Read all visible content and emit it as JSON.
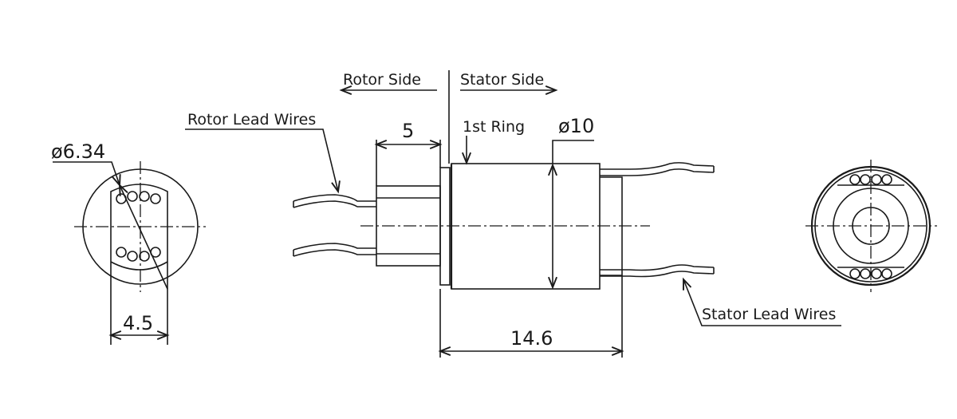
{
  "labels": {
    "rotor_side": "Rotor Side",
    "stator_side": "Stator Side",
    "rotor_lead_wires": "Rotor Lead Wires",
    "stator_lead_wires": "Stator Lead Wires",
    "first_ring": "1st Ring"
  },
  "dimensions": {
    "outer_diameter_left": "ø6.34",
    "width_left": "4.5",
    "rotor_length": "5",
    "body_diameter": "ø10",
    "total_length": "14.6"
  }
}
